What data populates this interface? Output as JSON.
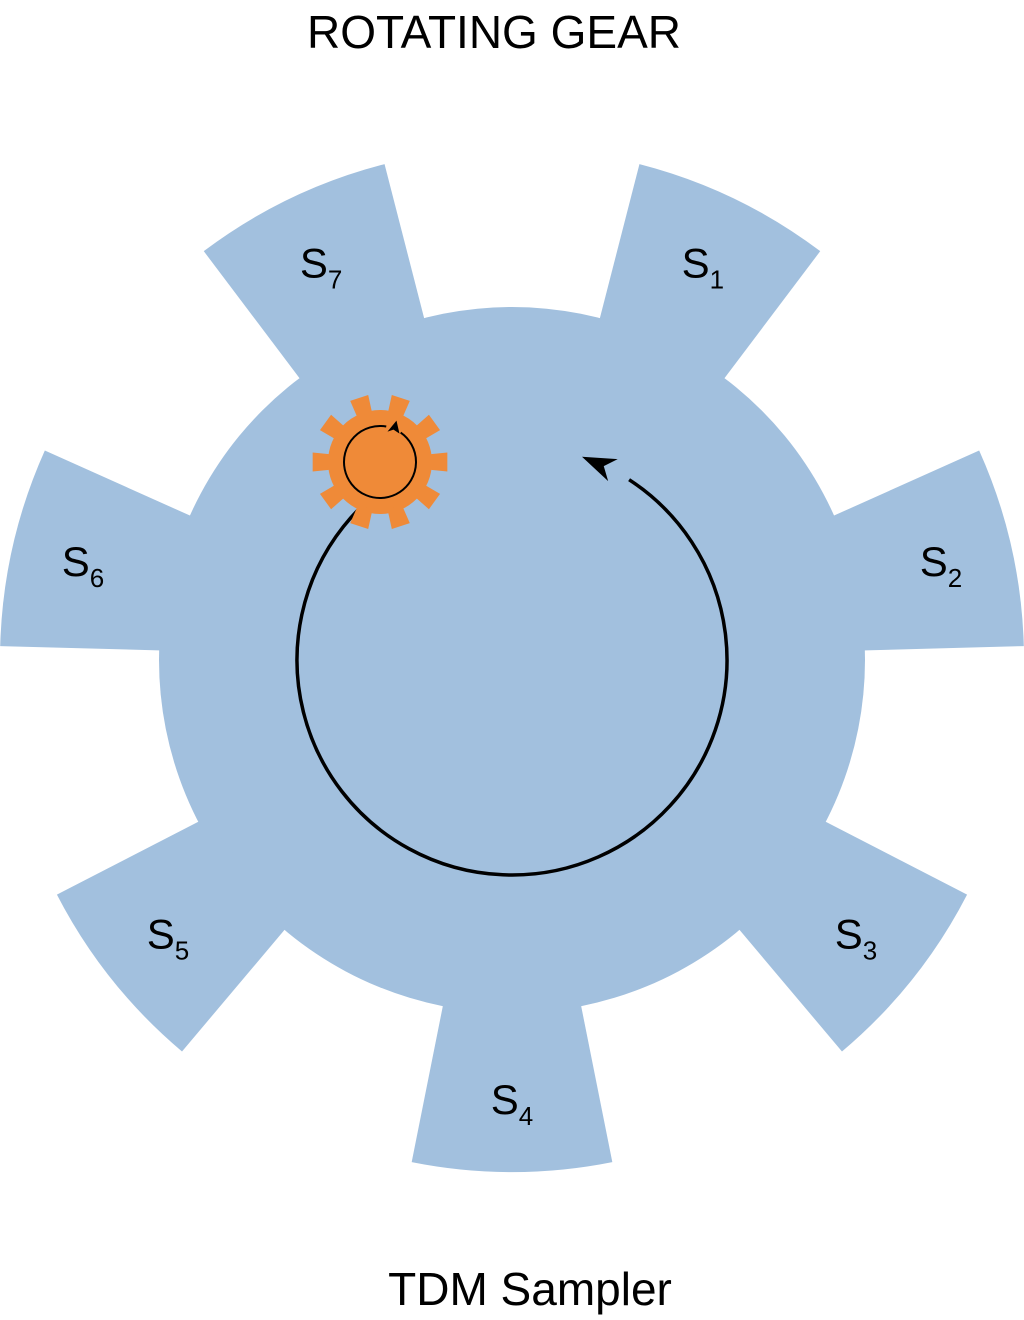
{
  "title": "ROTATING GEAR",
  "caption": "TDM Sampler",
  "colors": {
    "gear": "#a2c0de",
    "small_gear": "#ef8a38",
    "arrow": "#000000"
  },
  "slots": [
    {
      "prefix": "S",
      "index": "1"
    },
    {
      "prefix": "S",
      "index": "2"
    },
    {
      "prefix": "S",
      "index": "3"
    },
    {
      "prefix": "S",
      "index": "4"
    },
    {
      "prefix": "S",
      "index": "5"
    },
    {
      "prefix": "S",
      "index": "6"
    },
    {
      "prefix": "S",
      "index": "7"
    }
  ]
}
